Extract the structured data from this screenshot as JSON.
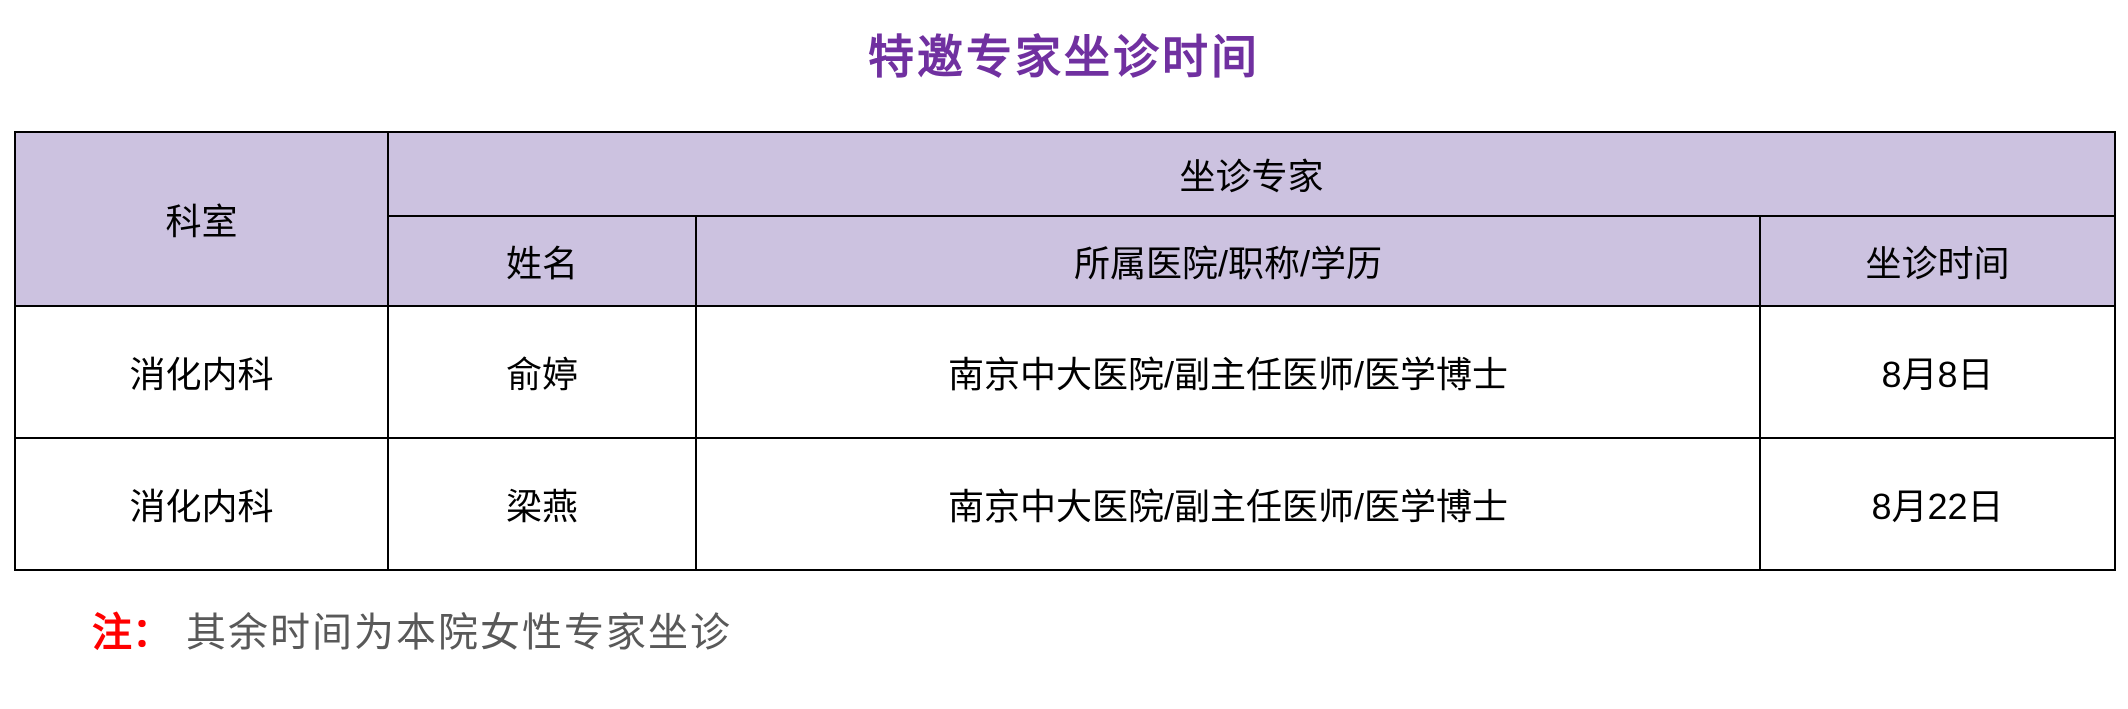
{
  "title": "特邀专家坐诊时间",
  "table": {
    "header": {
      "department": "科室",
      "expert_group": "坐诊专家",
      "name": "姓名",
      "hospital_title_degree": "所属医院/职称/学历",
      "time": "坐诊时间"
    },
    "rows": [
      {
        "department": "消化内科",
        "name": "俞婷",
        "hospital": "南京中大医院/副主任医师/医学博士",
        "time": "8月8日"
      },
      {
        "department": "消化内科",
        "name": "梁燕",
        "hospital": "南京中大医院/副主任医师/医学博士",
        "time": "8月22日"
      }
    ]
  },
  "note": {
    "label": "注：",
    "text": "其余时间为本院女性专家坐诊"
  },
  "colors": {
    "title": "#7030a0",
    "header_bg": "#ccc2e0",
    "note_label": "#ff0000",
    "note_text": "#595959",
    "border": "#000000"
  }
}
